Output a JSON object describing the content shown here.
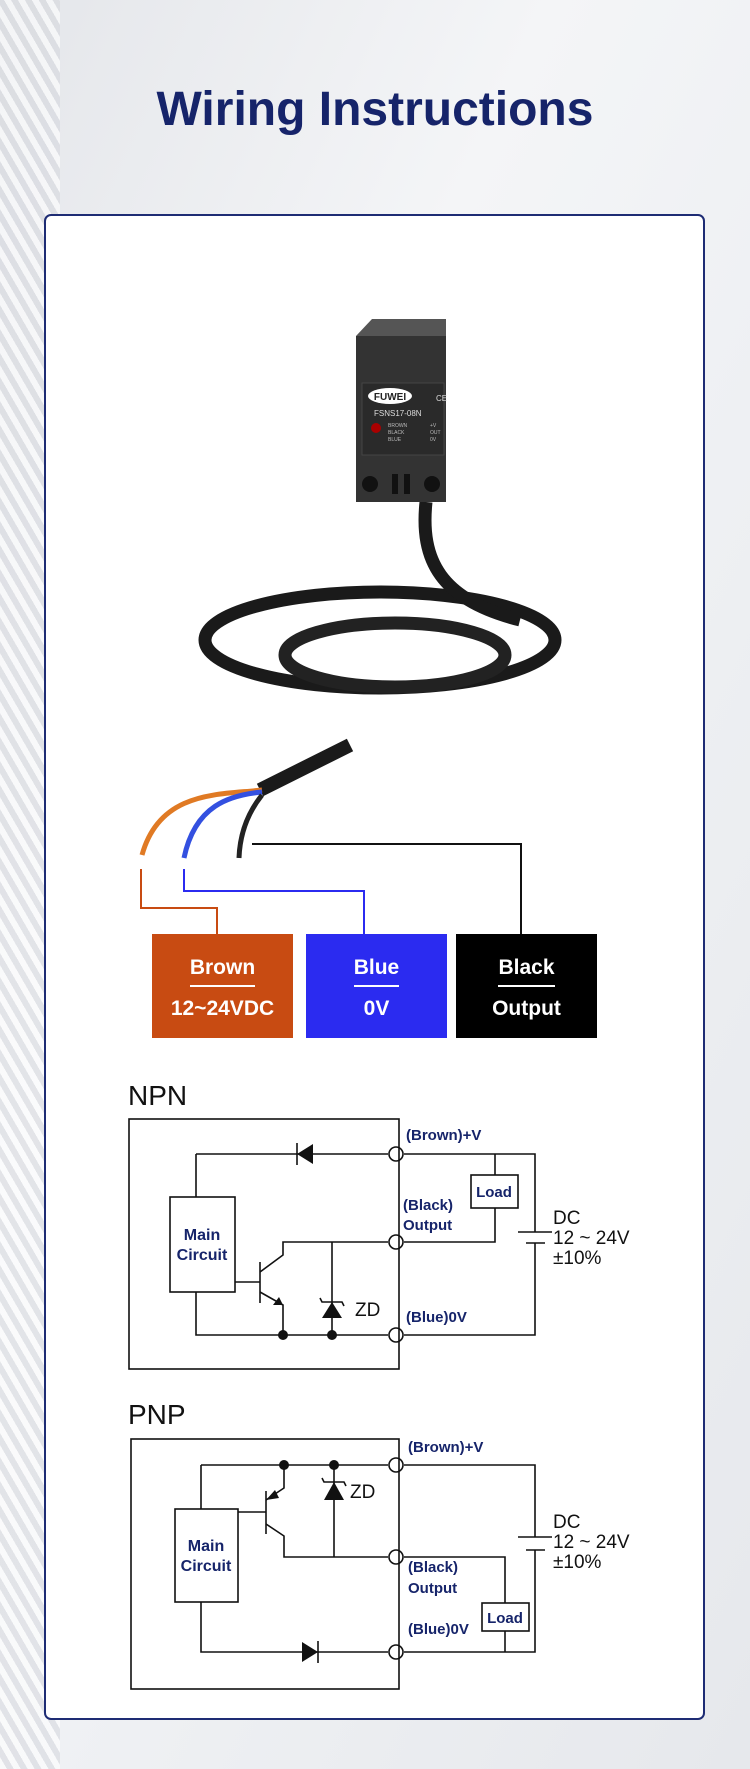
{
  "title": "Wiring Instructions",
  "sensor": {
    "brand": "FUWEI",
    "model": "FSNS17-08N",
    "mark": "CE",
    "pins": [
      {
        "wire": "BROWN",
        "func": "+V"
      },
      {
        "wire": "BLACK",
        "func": "OUT"
      },
      {
        "wire": "BLUE",
        "func": "0V"
      }
    ]
  },
  "wires": [
    {
      "name": "Brown",
      "value": "12~24VDC",
      "color": "#c84b12"
    },
    {
      "name": "Blue",
      "value": "0V",
      "color": "#2b2bf0"
    },
    {
      "name": "Black",
      "value": "Output",
      "color": "#000000"
    }
  ],
  "npn": {
    "title": "NPN",
    "main1": "Main",
    "main2": "Circuit",
    "zd": "ZD",
    "brown": "(Brown)+V",
    "black1": "(Black)",
    "black2": "Output",
    "blue": "(Blue)0V",
    "load": "Load",
    "dc": "DC",
    "range": "12 ~ 24V",
    "tol": "±10%"
  },
  "pnp": {
    "title": "PNP",
    "main1": "Main",
    "main2": "Circuit",
    "zd": "ZD",
    "brown": "(Brown)+V",
    "black1": "(Black)",
    "black2": "Output",
    "blue": "(Blue)0V",
    "load": "Load",
    "dc": "DC",
    "range": "12 ~ 24V",
    "tol": "±10%"
  }
}
